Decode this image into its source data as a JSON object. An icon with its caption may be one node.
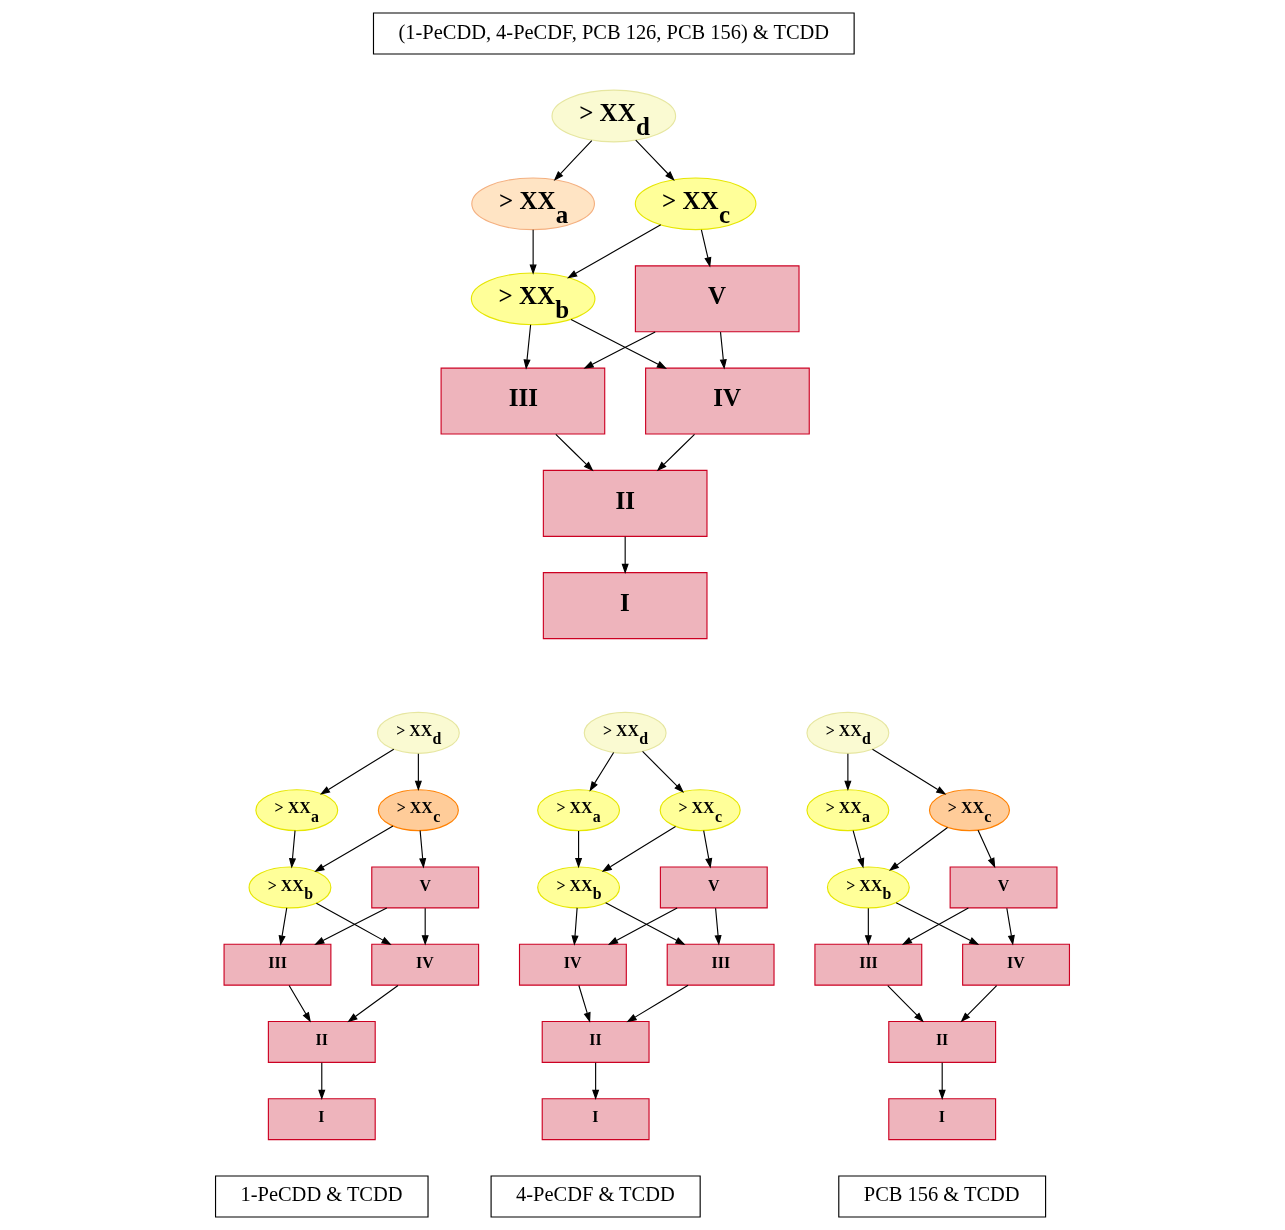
{
  "diagram": {
    "nodes": [
      {
        "text": [
          "(1-PeCDD, 4-PeCDF, PCB 126, PCB 156) & TCDD"
        ]
      },
      {
        "text": [
          "> XX$_{d}$"
        ]
      },
      {
        "text": [
          "> XX$_{a}$"
        ]
      },
      {
        "text": [
          "> XX$_{c}$"
        ]
      },
      {
        "text": [
          "> XX$_{b}$"
        ]
      },
      {
        "text": [
          "V"
        ]
      },
      {
        "text": [
          "III"
        ]
      },
      {
        "text": [
          "IV"
        ]
      },
      {
        "text": [
          "II"
        ]
      },
      {
        "text": [
          "I"
        ]
      },
      {
        "text": [
          "> XX$_{d}$"
        ]
      },
      {
        "text": [
          "> XX$_{a}$"
        ]
      },
      {
        "text": [
          "> XX$_{c}$"
        ]
      },
      {
        "text": [
          "> XX$_{b}$"
        ]
      },
      {
        "text": [
          "V"
        ]
      },
      {
        "text": [
          "III"
        ]
      },
      {
        "text": [
          "IV"
        ]
      },
      {
        "text": [
          "II"
        ]
      },
      {
        "text": [
          "I"
        ]
      },
      {
        "text": [
          "1-PeCDD & TCDD"
        ]
      },
      {
        "text": [
          "> XX$_{d}$"
        ]
      },
      {
        "text": [
          "> XX$_{a}$"
        ]
      },
      {
        "text": [
          "> XX$_{c}$"
        ]
      },
      {
        "text": [
          "> XX$_{b}$"
        ]
      },
      {
        "text": [
          "V"
        ]
      },
      {
        "text": [
          "IV"
        ]
      },
      {
        "text": [
          "III"
        ]
      },
      {
        "text": [
          "II"
        ]
      },
      {
        "text": [
          "I"
        ]
      },
      {
        "text": [
          "4-PeCDF & TCDD"
        ]
      },
      {
        "text": [
          "> XX$_{d}$"
        ]
      },
      {
        "text": [
          "> XX$_{a}$"
        ]
      },
      {
        "text": [
          "> XX$_{c}$"
        ]
      },
      {
        "text": [
          "> XX$_{b}$"
        ]
      },
      {
        "text": [
          "V"
        ]
      },
      {
        "text": [
          "III"
        ]
      },
      {
        "text": [
          "IV"
        ]
      },
      {
        "text": [
          "II"
        ]
      },
      {
        "text": [
          "I"
        ]
      },
      {
        "text": [
          "PCB 156 & TCDD"
        ]
      }
    ],
    "edges": [
      {
        "from": 1,
        "to": 2,
        "arrow": "to"
      },
      {
        "from": 1,
        "to": 3,
        "arrow": "to"
      },
      {
        "from": 2,
        "to": 4,
        "arrow": "to"
      },
      {
        "from": 3,
        "to": 4,
        "arrow": "to"
      },
      {
        "from": 3,
        "to": 5,
        "arrow": "to"
      },
      {
        "from": 4,
        "to": 6,
        "arrow": "to"
      },
      {
        "from": 4,
        "to": 7,
        "arrow": "to"
      },
      {
        "from": 5,
        "to": 6,
        "arrow": "to"
      },
      {
        "from": 5,
        "to": 7,
        "arrow": "to"
      },
      {
        "from": 6,
        "to": 8,
        "arrow": "to"
      },
      {
        "from": 7,
        "to": 8,
        "arrow": "to"
      },
      {
        "from": 8,
        "to": 9,
        "arrow": "to"
      },
      {
        "from": 10,
        "to": 11,
        "arrow": "to"
      },
      {
        "from": 10,
        "to": 12,
        "arrow": "to"
      },
      {
        "from": 11,
        "to": 13,
        "arrow": "to"
      },
      {
        "from": 12,
        "to": 13,
        "arrow": "to"
      },
      {
        "from": 12,
        "to": 14,
        "arrow": "to"
      },
      {
        "from": 13,
        "to": 15,
        "arrow": "to"
      },
      {
        "from": 13,
        "to": 16,
        "arrow": "to"
      },
      {
        "from": 14,
        "to": 15,
        "arrow": "to"
      },
      {
        "from": 14,
        "to": 16,
        "arrow": "to"
      },
      {
        "from": 15,
        "to": 17,
        "arrow": "to"
      },
      {
        "from": 16,
        "to": 17,
        "arrow": "to"
      },
      {
        "from": 17,
        "to": 18,
        "arrow": "to"
      },
      {
        "from": 20,
        "to": 21,
        "arrow": "to"
      },
      {
        "from": 20,
        "to": 22,
        "arrow": "to"
      },
      {
        "from": 21,
        "to": 23,
        "arrow": "to"
      },
      {
        "from": 22,
        "to": 23,
        "arrow": "to"
      },
      {
        "from": 22,
        "to": 24,
        "arrow": "to"
      },
      {
        "from": 23,
        "to": 25,
        "arrow": "to"
      },
      {
        "from": 23,
        "to": 26,
        "arrow": "to"
      },
      {
        "from": 24,
        "to": 25,
        "arrow": "to"
      },
      {
        "from": 24,
        "to": 26,
        "arrow": "to"
      },
      {
        "from": 25,
        "to": 27,
        "arrow": "to"
      },
      {
        "from": 26,
        "to": 27,
        "arrow": "to"
      },
      {
        "from": 27,
        "to": 28,
        "arrow": "to"
      },
      {
        "from": 30,
        "to": 31,
        "arrow": "to"
      },
      {
        "from": 30,
        "to": 32,
        "arrow": "to"
      },
      {
        "from": 31,
        "to": 33,
        "arrow": "to"
      },
      {
        "from": 32,
        "to": 33,
        "arrow": "to"
      },
      {
        "from": 32,
        "to": 34,
        "arrow": "to"
      },
      {
        "from": 33,
        "to": 35,
        "arrow": "to"
      },
      {
        "from": 33,
        "to": 36,
        "arrow": "to"
      },
      {
        "from": 34,
        "to": 35,
        "arrow": "to"
      },
      {
        "from": 34,
        "to": 36,
        "arrow": "to"
      },
      {
        "from": 35,
        "to": 37,
        "arrow": "to"
      },
      {
        "from": 36,
        "to": 37,
        "arrow": "to"
      },
      {
        "from": 37,
        "to": 38,
        "arrow": "to"
      }
    ]
  }
}
